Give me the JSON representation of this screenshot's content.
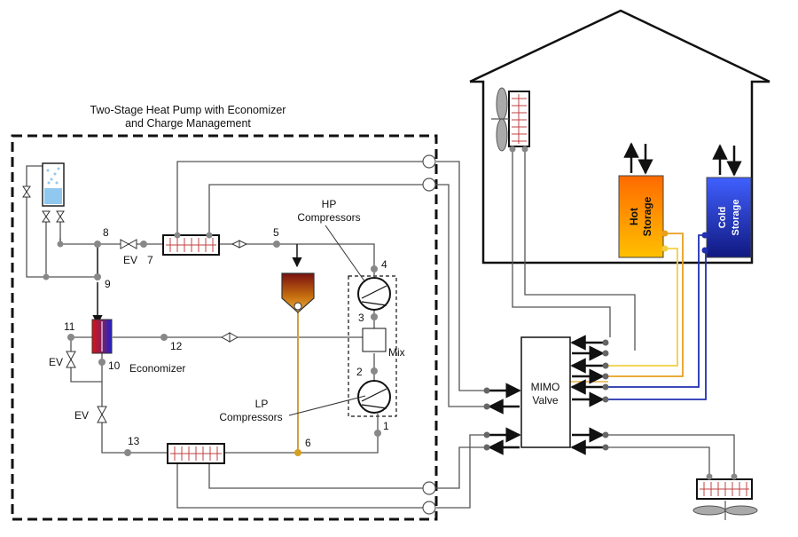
{
  "title": {
    "line1": "Two-Stage Heat Pump with Economizer",
    "line2": "and Charge Management"
  },
  "labels": {
    "hp_compressors_1": "HP",
    "hp_compressors_2": "Compressors",
    "lp_compressors_1": "LP",
    "lp_compressors_2": "Compressors",
    "mix": "Mix",
    "economizer": "Economizer",
    "mimo_1": "MIMO",
    "mimo_2": "Valve",
    "hot_storage_1": "Hot",
    "hot_storage_2": "Storage",
    "cold_storage_1": "Cold",
    "cold_storage_2": "Storage",
    "ev_top": "EV",
    "ev_left": "EV",
    "ev_bottom": "EV"
  },
  "state_points": [
    "1",
    "2",
    "3",
    "4",
    "5",
    "6",
    "7",
    "8",
    "9",
    "10",
    "11",
    "12",
    "13"
  ],
  "colors": {
    "hot_line": "#e8a020",
    "hot_line_2": "#f2d040",
    "cold_line": "#2030b0",
    "liquid_line": "#d4a040",
    "hot_storage_top": "#ff6a00",
    "hot_storage_bottom": "#ffc000",
    "cold_storage_top": "#4060ff",
    "cold_storage_bottom": "#101880"
  }
}
